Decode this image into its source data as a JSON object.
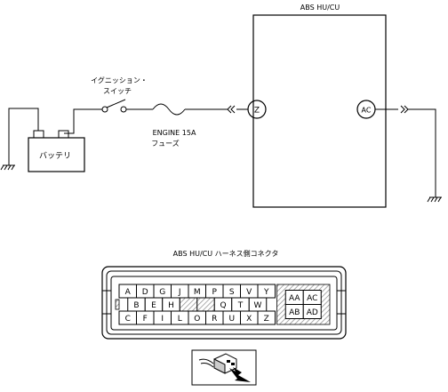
{
  "module": {
    "label": "ABS HU/CU",
    "terminal_in": "Z",
    "terminal_out": "AC"
  },
  "switch": {
    "label_line1": "イグニッション・",
    "label_line2": "スイッチ"
  },
  "fuse": {
    "label_line1": "ENGINE 15A",
    "label_line2": "フューズ"
  },
  "battery": {
    "label": "バッテリ"
  },
  "connector": {
    "title": "ABS HU/CU ハーネス側コネクタ",
    "row1": [
      "A",
      "D",
      "G",
      "J",
      "M",
      "P",
      "S",
      "V",
      "Y"
    ],
    "row2": [
      "B",
      "E",
      "H",
      "",
      "",
      "Q",
      "T",
      "W"
    ],
    "row3": [
      "C",
      "F",
      "I",
      "L",
      "O",
      "R",
      "U",
      "X",
      "Z"
    ],
    "block": [
      [
        "AA",
        "AC"
      ],
      [
        "AB",
        "AD"
      ]
    ]
  },
  "colors": {
    "line": "#000000",
    "hatch": "#888888",
    "background": "#ffffff"
  },
  "icons": [
    "ground-icon",
    "battery-icon",
    "switch-icon",
    "fuse-icon",
    "connector-plug-icon",
    "arrow-icon"
  ]
}
